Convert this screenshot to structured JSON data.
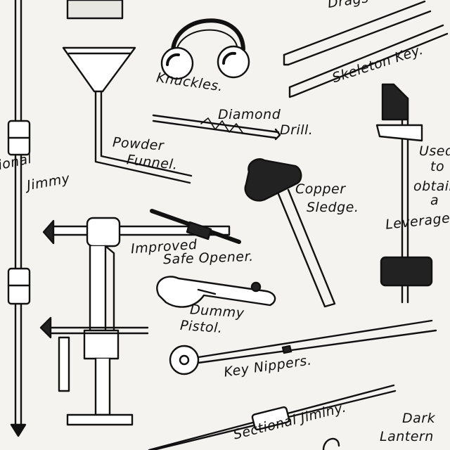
{
  "labels": {
    "drags": "Drags",
    "knuckles": "Knuckles.",
    "skeleton_key": "Skeleton Key.",
    "diamond": "Diamond",
    "drill": "Drill.",
    "powder": "Powder",
    "funnel": "Funnel.",
    "sectional_jimmy_top": "Sectional",
    "sectional_jimmy_bottom": "Jimmy",
    "used": "Used",
    "to": "to",
    "obtain": "obtain",
    "a": "a",
    "leverage": "Leverage",
    "copper": "Copper",
    "sledge": "Sledge.",
    "improved": "Improved",
    "safe_opener": "Safe Opener.",
    "dummy": "Dummy",
    "pistol": "Pistol.",
    "key_nippers": "Key Nippers.",
    "sectional_jiminy": "Sectional Jiminy.",
    "dark": "Dark",
    "lantern": "Lantern"
  },
  "colors": {
    "ink": "#111111",
    "paper": "#f4f3ef"
  }
}
